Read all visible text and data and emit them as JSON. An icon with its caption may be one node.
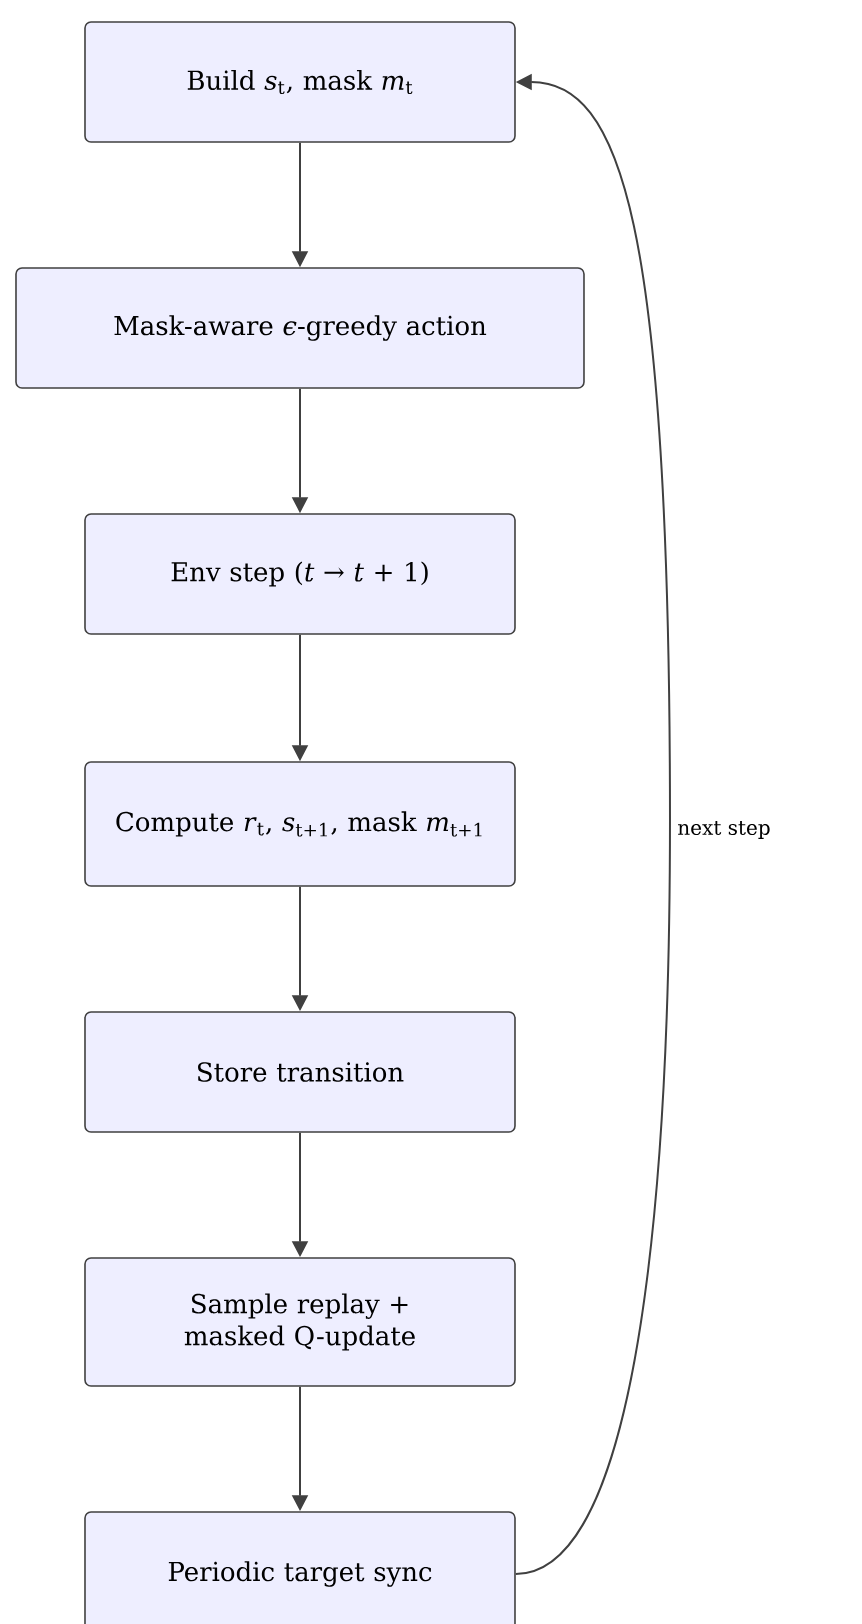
{
  "diagram": {
    "nodes": [
      {
        "text": [
          "Build *s*$_{t}$, mask *m*$_{t}$"
        ]
      },
      {
        "text": [
          "Mask-aware *ϵ*-greedy action"
        ]
      },
      {
        "text": [
          "Env step (*t* → *t* + 1)"
        ]
      },
      {
        "text": [
          "Compute *r*$_{t}$, *s*$_{t+1}$, mask *m*$_{t+1}$"
        ]
      },
      {
        "text": [
          "Store transition"
        ]
      },
      {
        "text": [
          "Sample replay + masked Q-update"
        ]
      },
      {
        "text": [
          "Periodic target sync"
        ]
      }
    ],
    "edges": [
      {
        "from": 0,
        "to": 1,
        "arrow": "to"
      },
      {
        "from": 1,
        "to": 2,
        "arrow": "to"
      },
      {
        "from": 2,
        "to": 3,
        "arrow": "to"
      },
      {
        "from": 3,
        "to": 4,
        "arrow": "to"
      },
      {
        "from": 4,
        "to": 5,
        "arrow": "to"
      },
      {
        "from": 5,
        "to": 6,
        "arrow": "to"
      },
      {
        "from": 6,
        "to": 0,
        "arrow": "to",
        "label": "next step"
      }
    ]
  }
}
